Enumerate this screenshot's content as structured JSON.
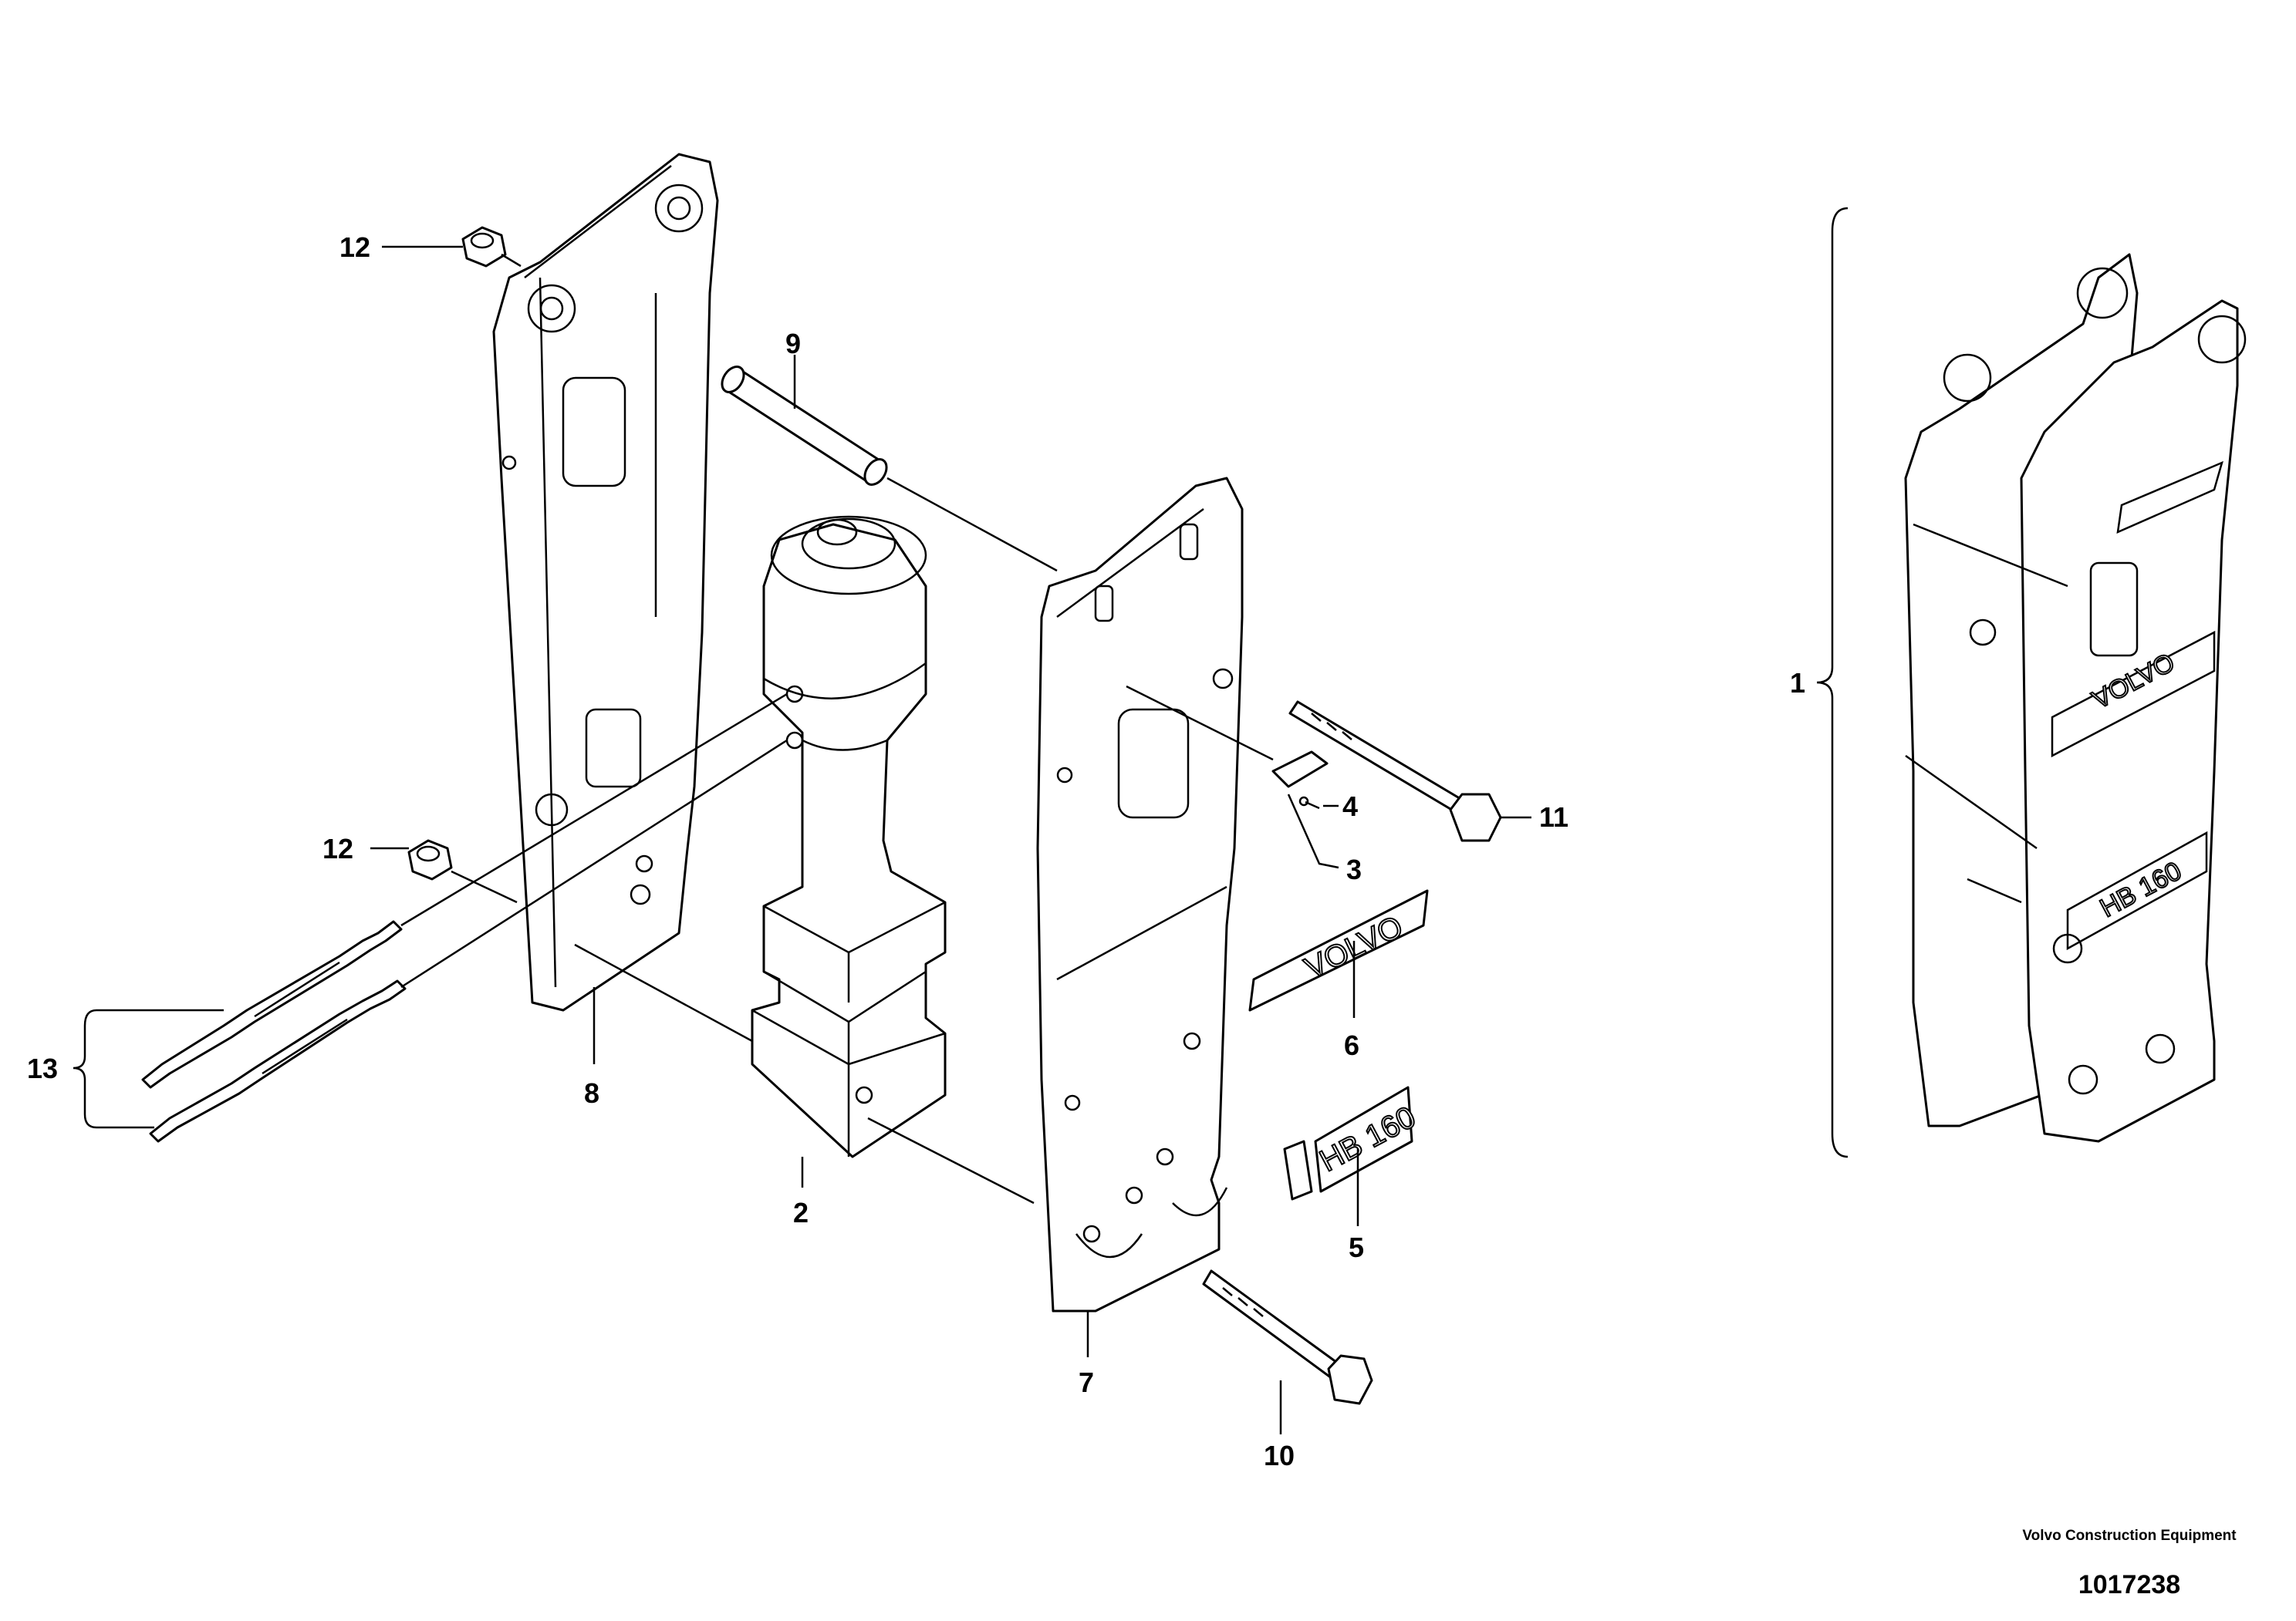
{
  "diagram": {
    "callouts": {
      "c1": "1",
      "c2": "2",
      "c3": "3",
      "c4": "4",
      "c5": "5",
      "c6": "6",
      "c7": "7",
      "c8": "8",
      "c9": "9",
      "c10": "10",
      "c11": "11",
      "c12a": "12",
      "c12b": "12",
      "c13": "13"
    },
    "decals": {
      "brand_decal": "VOLVO",
      "model_decal": "HB 160",
      "assembly_brand": "VOLVO",
      "assembly_model": "HB 160"
    }
  },
  "footer": {
    "company": "Volvo Construction Equipment",
    "drawing_number": "1017238"
  }
}
